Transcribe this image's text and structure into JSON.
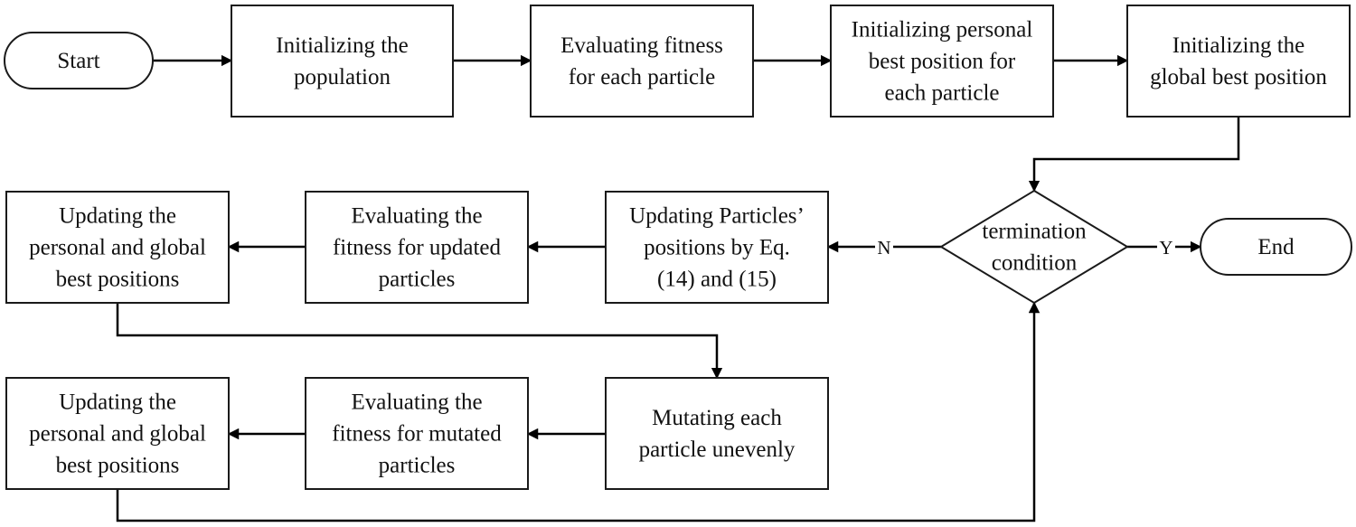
{
  "diagram": {
    "type": "flowchart",
    "nodes": {
      "start": {
        "kind": "terminal",
        "lines": [
          "Start"
        ]
      },
      "init_pop": {
        "kind": "process",
        "lines": [
          "Initializing the",
          "population"
        ]
      },
      "eval_fit": {
        "kind": "process",
        "lines": [
          "Evaluating fitness",
          "for each particle"
        ]
      },
      "init_pbest": {
        "kind": "process",
        "lines": [
          "Initializing personal",
          "best position for",
          "each particle"
        ]
      },
      "init_gbest": {
        "kind": "process",
        "lines": [
          "Initializing the",
          "global best position"
        ]
      },
      "term_cond": {
        "kind": "decision",
        "lines": [
          "termination",
          "condition"
        ]
      },
      "end": {
        "kind": "terminal",
        "lines": [
          "End"
        ]
      },
      "update_pos": {
        "kind": "process",
        "lines": [
          "Updating Particles’",
          "positions by Eq.",
          "(14) and (15)"
        ]
      },
      "eval_updated": {
        "kind": "process",
        "lines": [
          "Evaluating the",
          "fitness for updated",
          "particles"
        ]
      },
      "update_best1": {
        "kind": "process",
        "lines": [
          "Updating the",
          "personal and global",
          "best positions"
        ]
      },
      "mutate": {
        "kind": "process",
        "lines": [
          "Mutating each",
          "particle unevenly"
        ]
      },
      "eval_mutated": {
        "kind": "process",
        "lines": [
          "Evaluating the",
          "fitness for mutated",
          "particles"
        ]
      },
      "update_best2": {
        "kind": "process",
        "lines": [
          "Updating the",
          "personal and global",
          "best positions"
        ]
      }
    },
    "edges": [
      {
        "from": "start",
        "to": "init_pop"
      },
      {
        "from": "init_pop",
        "to": "eval_fit"
      },
      {
        "from": "eval_fit",
        "to": "init_pbest"
      },
      {
        "from": "init_pbest",
        "to": "init_gbest"
      },
      {
        "from": "init_gbest",
        "to": "term_cond"
      },
      {
        "from": "term_cond",
        "to": "update_pos",
        "label": "N"
      },
      {
        "from": "term_cond",
        "to": "end",
        "label": "Y"
      },
      {
        "from": "update_pos",
        "to": "eval_updated"
      },
      {
        "from": "eval_updated",
        "to": "update_best1"
      },
      {
        "from": "update_best1",
        "to": "mutate"
      },
      {
        "from": "mutate",
        "to": "eval_mutated"
      },
      {
        "from": "eval_mutated",
        "to": "update_best2"
      },
      {
        "from": "update_best2",
        "to": "term_cond"
      }
    ]
  },
  "colors": {
    "stroke": "#1a1a1a",
    "fill": "#ffffff",
    "text": "#111111"
  }
}
